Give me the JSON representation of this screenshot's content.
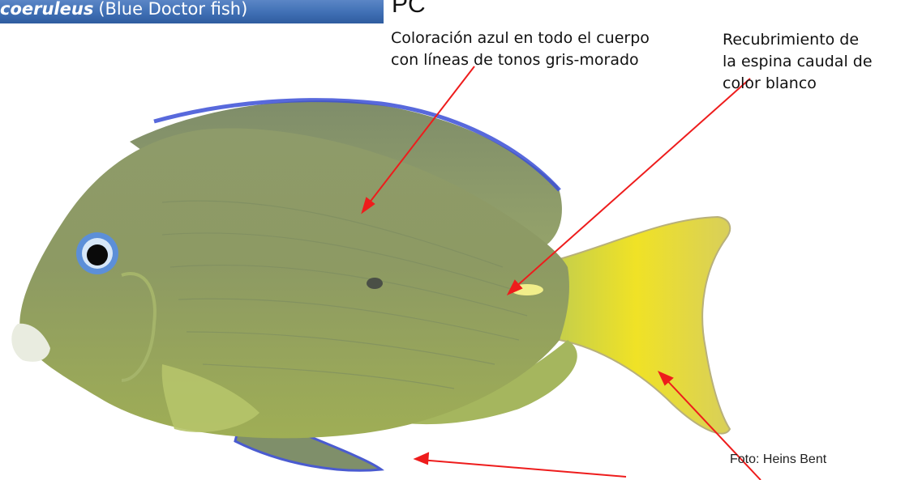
{
  "title": {
    "species": "coeruleus",
    "common_name": "(Blue Doctor fish)"
  },
  "pc_label": "PC",
  "annotations": {
    "body_coloration": "Coloración azul en todo el cuerpo\ncon líneas de tonos gris-morado",
    "caudal_spine": "Recubrimiento de\nla espina caudal de\ncolor blanco"
  },
  "photo_credit": "Foto: Heins Bent",
  "colors": {
    "arrow": "#ee1c1c",
    "banner": "#3f6fb4",
    "body": "#8f9e5a",
    "tail": "#e4dc2a"
  }
}
